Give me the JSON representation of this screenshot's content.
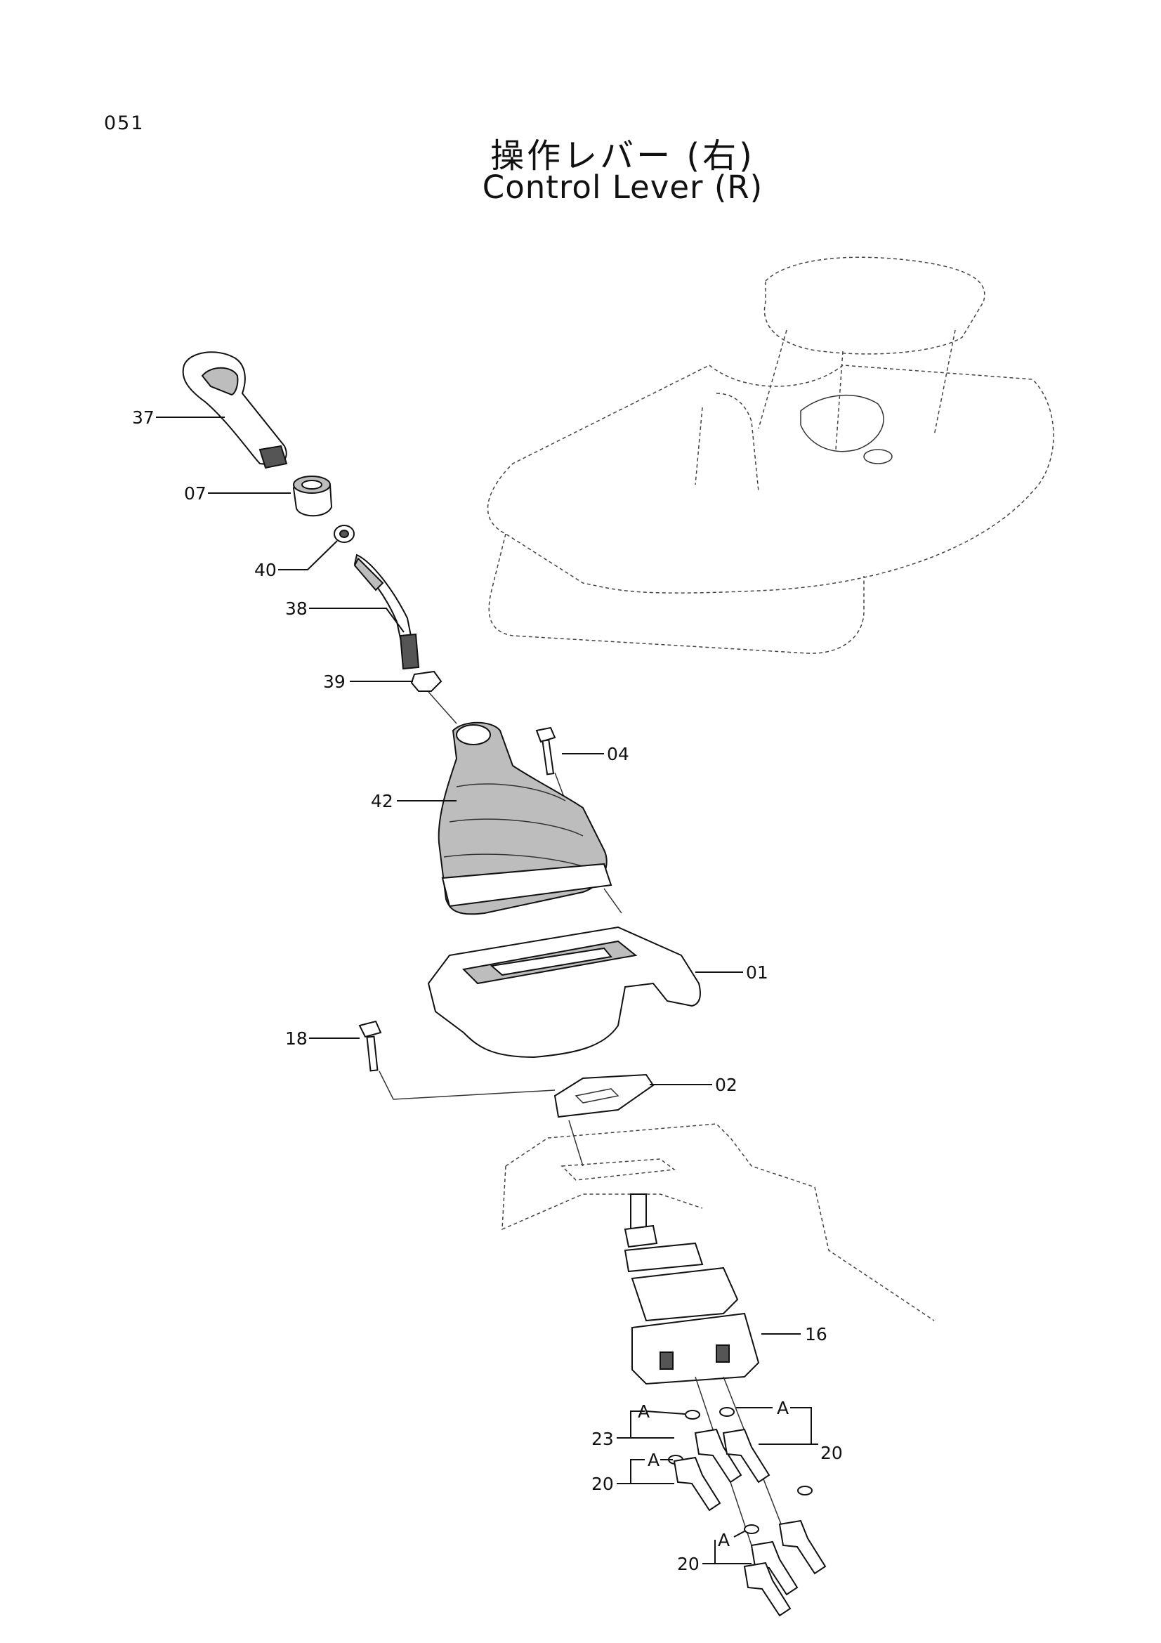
{
  "page_number": "051",
  "title_jp": "操作レバー (右)",
  "title_en": "Control Lever (R)",
  "callouts": {
    "p37": "37",
    "p07": "07",
    "p40": "40",
    "p38": "38",
    "p39": "39",
    "p04": "04",
    "p42": "42",
    "p01": "01",
    "p18": "18",
    "p02": "02",
    "p16": "16",
    "p23": "23",
    "p20a": "20",
    "p20b": "20",
    "p20c": "20",
    "a1": "A",
    "a2": "A",
    "a3": "A",
    "a4": "A"
  }
}
